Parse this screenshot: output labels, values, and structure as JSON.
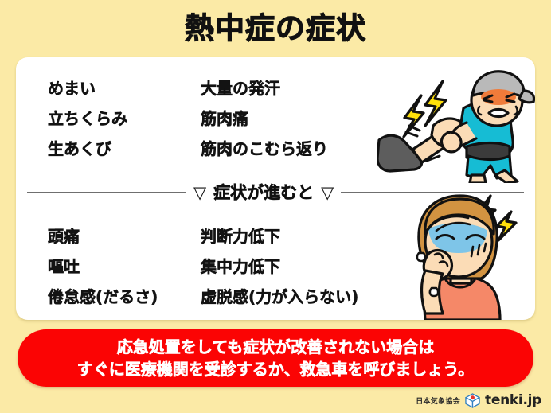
{
  "theme": {
    "background": "#fbeaa6",
    "card_background": "#ffffff",
    "banner_background": "#fb0404",
    "banner_text": "#ffffff",
    "text": "#131313",
    "rule": "#6f6f6f"
  },
  "title": "熱中症の症状",
  "card": {
    "stage1": {
      "column1": [
        "めまい",
        "立ちくらみ",
        "生あくび"
      ],
      "column2": [
        "大量の発汗",
        "筋肉痛",
        "筋肉のこむら返り"
      ]
    },
    "divider": {
      "left_marker": "▽",
      "label": "症状が進むと",
      "right_marker": "▽"
    },
    "stage2": {
      "column1": [
        "頭痛",
        "嘔吐",
        "倦怠感(だるさ)"
      ],
      "column2": [
        "判断力低下",
        "集中力低下",
        "虚脱感(力が入らない)"
      ]
    },
    "illustrations": [
      {
        "name": "man-with-leg-cramp",
        "description": "帽子をかぶった男性がふくらはぎのこむら返りを押さえている",
        "shirt_color": "#16bcd4",
        "cap_color": "#b9b9b9",
        "bolt_color": "#ffe00a"
      },
      {
        "name": "woman-feeling-sick",
        "description": "顔が青ざめて口元を押さえる女性",
        "shirt_color": "#f58868",
        "hair_color": "#d29341",
        "face_pale_color": "#7ec5e8",
        "bolt_color": "#ffe00a"
      }
    ]
  },
  "banner": {
    "line1": "応急処置をしても症状が改善されない場合は",
    "line2": "すぐに医療機関を受診するか、救急車を呼びましょう。"
  },
  "footer": {
    "association": "日本気象協会",
    "logo_icon": "tenki-cube-icon",
    "brand": "tenki.jp"
  }
}
